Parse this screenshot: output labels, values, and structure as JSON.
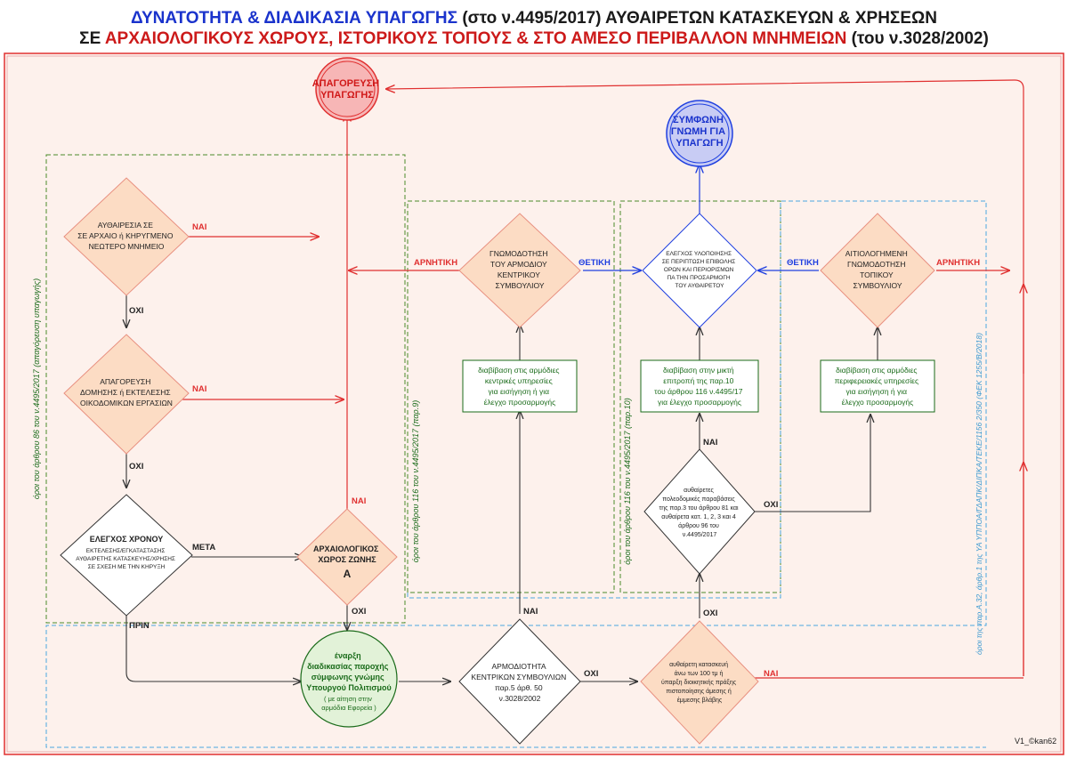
{
  "title": {
    "line1_a": "ΔΥΝΑΤΟΤΗΤΑ & ΔΙΑΔΙΚΑΣΙΑ ΥΠΑΓΩΓΗΣ",
    "line1_b": " (στο ν.4495/2017) ΑΥΘΑΙΡΕΤΩΝ ΚΑΤΑΣΚΕΥΩΝ & ΧΡΗΣΕΩΝ",
    "line2_a": "ΣΕ ",
    "line2_b": "ΑΡΧΑΙΟΛΟΓΙΚΟΥΣ ΧΩΡΟΥΣ, ΙΣΤΟΡΙΚΟΥΣ ΤΟΠΟΥΣ & ΣΤΟ ΑΜΕΣΟ ΠΕΡΙΒΑΛΛΟΝ ΜΝΗΜΕΙΩΝ",
    "line2_c": " (του ν.3028/2002)"
  },
  "colors": {
    "red": "#e03030",
    "blue": "#2040e0",
    "green": "#1a6b1a",
    "dashGreen": "#4a8a2a",
    "dashBlue": "#4aa8e0",
    "diamond": "#fcdcc4",
    "diamondStroke": "#e89080",
    "bg": "#fdf1ec"
  },
  "nodes": {
    "prohibition": [
      "ΑΠΑΓΟΡΕΥΣΗ",
      "ΥΠΑΓΩΓΗΣ"
    ],
    "consent": [
      "ΣΥΜΦΩΝΗ",
      "ΓΝΩΜΗ ΓΙΑ",
      "ΥΠΑΓΩΓΗ"
    ],
    "d_listed": [
      "ΑΥΘΑΙΡΕΣΙΑ ΣΕ",
      "ΣΕ ΑΡΧΑΙΟ ή ΚΗΡΥΓΜΕΝΟ",
      "ΝΕΩΤΕΡΟ ΜΝΗΜΕΙΟ"
    ],
    "d_building_ban": [
      "ΑΠΑΓΟΡΕΥΣΗ",
      "ΔΟΜΗΣΗΣ ή ΕΚΤΕΛΕΣΗΣ",
      "ΟΙΚΟΔΟΜΙΚΩΝ ΕΡΓΑΣΙΩΝ"
    ],
    "d_time_title": "ΕΛΕΓΧΟΣ ΧΡΟΝΟΥ",
    "d_time_sub": [
      "ΕΚΤΕΛΕΣΗΣ/ΕΓΚΑΤΑΣΤΑΣΗΣ",
      "ΑΥΘΑΙΡΕΤΗΣ ΚΑΤΑΣΚΕΥΗΣ/ΧΡΗΣΗΣ",
      "ΣΕ ΣΧΕΣΗ ΜΕ ΤΗΝ ΚΗΡΥΞΗ"
    ],
    "d_zone_a": [
      "ΑΡΧΑΙΟΛΟΓΙΚΟΣ",
      "ΧΩΡΟΣ ΖΩΝΗΣ"
    ],
    "d_zone_b": "Α",
    "start": [
      "έναρξη",
      "διαδικασίας παροχής",
      "σύμφωνης γνώμης",
      "Υπουργού Πολιτισμού"
    ],
    "start_note": [
      "( με αίτηση στην",
      "αρμόδια Εφορεία )"
    ],
    "d_competence": [
      "ΑΡΜΟΔΙΟΤΗΤΑ",
      "ΚΕΝΤΡΙΚΩΝ ΣΥΜΒΟΥΛΙΩΝ",
      "παρ.5 άρθ. 50",
      "ν.3028/2002"
    ],
    "d_100years": [
      "αυθαίρετη κατασκευή",
      "άνω των 100 τμ ή",
      "ύπαρξη διοικητικής πράξης",
      "πιστοποίησης άμεσης ή",
      "έμμεσης βλάβης"
    ],
    "d_violations": [
      "αυθαίρετες",
      "πολεοδομικές παραβάσεις",
      "της παρ.3 του άρθρου 81 και",
      "αυθαίρετα κατ. 1, 2, 3 και 4",
      "άρθρου 96 του",
      "ν.4495/2017"
    ],
    "d_central": [
      "ΓΝΩΜΟΔΟΤΗΣΗ",
      "ΤΟΥ ΑΡΜΟΔΙΟΥ",
      "ΚΕΝΤΡΙΚΟΥ",
      "ΣΥΜΒΟΥΛΙΟΥ"
    ],
    "d_check": [
      "ΕΛΕΓΧΟΣ ΥΛΟΠΟΙΗΣΗΣ",
      "ΣΕ ΠΕΡΙΠΤΩΣΗ ΕΠΙΒΟΛΗΣ",
      "ΟΡΩΝ ΚΑΙ ΠΕΡΙΟΡΙΣΜΩΝ",
      "ΠΑ ΤΗΝ ΠΡΟΣΑΡΜΟΓΗ",
      "ΤΟΥ ΑΥΘΑΙΡΕΤΟΥ"
    ],
    "d_local": [
      "ΑΙΤΙΟΛΟΓΗΜΕΝΗ",
      "ΓΝΩΜΟΔΟΤΗΣΗ",
      "ΤΟΠΙΚΟΥ",
      "ΣΥΜΒΟΥΛΙΟΥ"
    ],
    "b_central": [
      "διαβίβαση στις αρμόδιες",
      "κεντρικές υπηρεσίες",
      "για εισήγηση ή για",
      "έλεγχο προσαρμογής"
    ],
    "b_mixed": [
      "διαβίβαση στην μικτή",
      "επιτροπή της παρ.10",
      "του άρθρου 116 ν.4495/17",
      "για έλεγχο προσαρμογής"
    ],
    "b_regional": [
      "διαβίβαση στις αρμόδιες",
      "περιφερειακές υπηρεσίες",
      "για εισήγηση ή για",
      "έλεγχο προσαρμογής"
    ]
  },
  "labels": {
    "yes": "ΝΑΙ",
    "no": "ΟΧΙ",
    "after": "ΜΕΤΑ",
    "before": "ΠΡΙΝ",
    "negative": "ΑΡΝΗΤΙΚΗ",
    "positive": "ΘΕΤΙΚΗ"
  },
  "side_notes": {
    "art86": "όροι του άρθρου 86 του ν.4495/2017 (απαγόρευση υπαγωγής)",
    "par9": "όροι του άρθρου 116 του ν.4495/2017 (παρ.9)",
    "par10": "όροι του άρθρου 116 του ν.4495/2017 (παρ.10)",
    "ya": "όροι της παρ.Α.32, άρθρ.1 της ΥΑ ΥΠΠΟΑ/ΓΔΑΠΚ/ΔΙΠΚΑ/ΤΕΚΕ/1156 2/350 (ΦΕΚ 1255/Β/2018)"
  },
  "footer": "V1_©kan62"
}
